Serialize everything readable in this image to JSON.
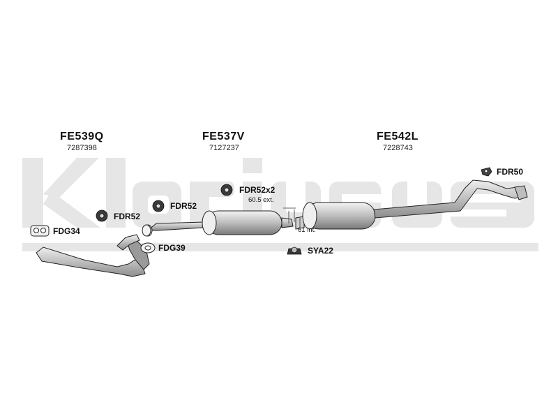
{
  "watermark": {
    "text": "Klarius"
  },
  "parts": [
    {
      "code": "FE539Q",
      "number": "7287398"
    },
    {
      "code": "FE537V",
      "number": "7127237"
    },
    {
      "code": "FE542L",
      "number": "7228743"
    }
  ],
  "fittings": {
    "fdr50": "FDR50",
    "fdr52x2": "FDR52x2",
    "fdr52_a": "FDR52",
    "fdr52_b": "FDR52",
    "fdg34": "FDG34",
    "fdg39": "FDG39",
    "sya22": "SYA22"
  },
  "dimensions": {
    "ext": "60.5 ext.",
    "int": "61 int."
  }
}
